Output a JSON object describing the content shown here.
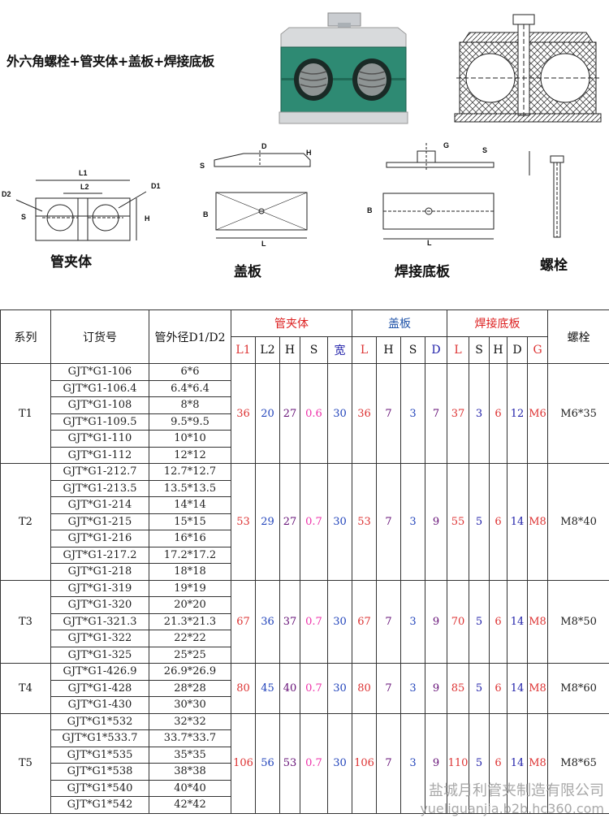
{
  "header": {
    "title": "外六角螺栓+管夹体+盖板+焊接底板"
  },
  "captions": {
    "clamp": "管夹体",
    "cover": "盖板",
    "base": "焊接底板",
    "bolt": "螺栓"
  },
  "dim_labels": {
    "L1": "L1",
    "L2": "L2",
    "D1": "D1",
    "D2": "D2",
    "S": "S",
    "H": "H",
    "D": "D",
    "B": "B",
    "L": "L",
    "G": "G"
  },
  "table": {
    "headers": {
      "series": "系列",
      "order": "订货号",
      "diameter": "管外径D1/D2",
      "group_clamp": "管夹体",
      "group_cover": "盖板",
      "group_base": "焊接底板",
      "bolt": "螺栓",
      "clamp_cols": [
        "L1",
        "L2",
        "H",
        "S",
        "宽"
      ],
      "cover_cols": [
        "L",
        "H",
        "S",
        "D"
      ],
      "base_cols": [
        "L",
        "S",
        "H",
        "D",
        "G"
      ]
    },
    "groups": [
      {
        "series": "T1",
        "rows": [
          [
            "GJT*G1-106",
            "6*6"
          ],
          [
            "GJT*G1-106.4",
            "6.4*6.4"
          ],
          [
            "GJT*G1-108",
            "8*8"
          ],
          [
            "GJT*G1-109.5",
            "9.5*9.5"
          ],
          [
            "GJT*G1-110",
            "10*10"
          ],
          [
            "GJT*G1-112",
            "12*12"
          ]
        ],
        "clamp": [
          "36",
          "20",
          "27",
          "0.6",
          "30"
        ],
        "cover": [
          "36",
          "7",
          "3",
          "7"
        ],
        "base": [
          "37",
          "3",
          "6",
          "12",
          "M6"
        ],
        "bolt": "M6*35"
      },
      {
        "series": "T2",
        "rows": [
          [
            "GJT*G1-212.7",
            "12.7*12.7"
          ],
          [
            "GJT*G1-213.5",
            "13.5*13.5"
          ],
          [
            "GJT*G1-214",
            "14*14"
          ],
          [
            "GJT*G1-215",
            "15*15"
          ],
          [
            "GJT*G1-216",
            "16*16"
          ],
          [
            "GJT*G1-217.2",
            "17.2*17.2"
          ],
          [
            "GJT*G1-218",
            "18*18"
          ]
        ],
        "clamp": [
          "53",
          "29",
          "27",
          "0.7",
          "30"
        ],
        "cover": [
          "53",
          "7",
          "3",
          "9"
        ],
        "base": [
          "55",
          "5",
          "6",
          "14",
          "M8"
        ],
        "bolt": "M8*40"
      },
      {
        "series": "T3",
        "rows": [
          [
            "GJT*G1-319",
            "19*19"
          ],
          [
            "GJT*G1-320",
            "20*20"
          ],
          [
            "GJT*G1-321.3",
            "21.3*21.3"
          ],
          [
            "GJT*G1-322",
            "22*22"
          ],
          [
            "GJT*G1-325",
            "25*25"
          ]
        ],
        "clamp": [
          "67",
          "36",
          "37",
          "0.7",
          "30"
        ],
        "cover": [
          "67",
          "7",
          "3",
          "9"
        ],
        "base": [
          "70",
          "5",
          "6",
          "14",
          "M8"
        ],
        "bolt": "M8*50"
      },
      {
        "series": "T4",
        "rows": [
          [
            "GJT*G1-426.9",
            "26.9*26.9"
          ],
          [
            "GJT*G1-428",
            "28*28"
          ],
          [
            "GJT*G1-430",
            "30*30"
          ]
        ],
        "clamp": [
          "80",
          "45",
          "40",
          "0.7",
          "30"
        ],
        "cover": [
          "80",
          "7",
          "3",
          "9"
        ],
        "base": [
          "85",
          "5",
          "6",
          "14",
          "M8"
        ],
        "bolt": "M8*60"
      },
      {
        "series": "T5",
        "rows": [
          [
            "GJT*G1*532",
            "32*32"
          ],
          [
            "GJT*G1*533.7",
            "33.7*33.7"
          ],
          [
            "GJT*G1*535",
            "35*35"
          ],
          [
            "GJT*G1*538",
            "38*38"
          ],
          [
            "GJT*G1*540",
            "40*40"
          ],
          [
            "GJT*G1*542",
            "42*42"
          ]
        ],
        "clamp": [
          "106",
          "56",
          "53",
          "0.7",
          "30"
        ],
        "cover": [
          "106",
          "7",
          "3",
          "9"
        ],
        "base": [
          "110",
          "5",
          "6",
          "14",
          "M8"
        ],
        "bolt": "M8*65"
      }
    ]
  },
  "watermark": {
    "line1": "盐城月利管夹制造有限公司",
    "line2": "yueliguanjia.b2b.hc360.com"
  }
}
